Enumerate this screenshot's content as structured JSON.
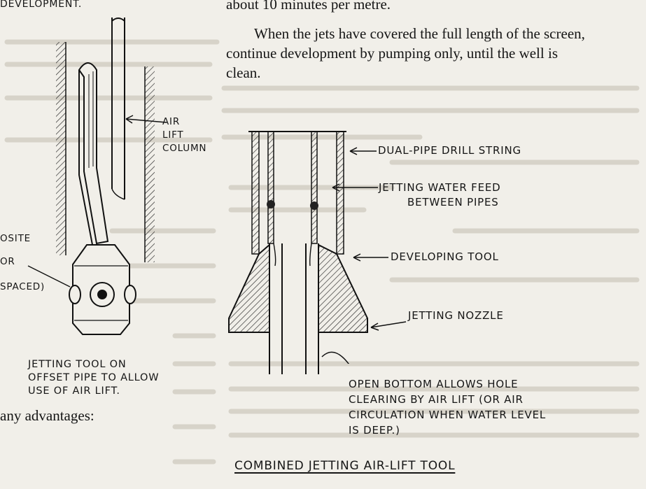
{
  "left_figure": {
    "caption_top": "DEVELOPMENT.",
    "air_lift_label": [
      "AIR",
      "LIFT",
      "COLUMN"
    ],
    "side_fragments": [
      "OSITE",
      "OR",
      "SPACED)"
    ],
    "caption_lines": [
      "JETTING TOOL ON",
      "OFFSET PIPE TO ALLOW",
      "USE OF AIR LIFT."
    ]
  },
  "left_text": "any advantages:",
  "body_text": {
    "line1": "about 10 minutes per metre.",
    "para_line1": "When the jets have covered the full length of the screen,",
    "para_line2": "continue development by pumping only, until the well is",
    "para_line3": "clean."
  },
  "right_figure": {
    "labels": {
      "dual_pipe": "DUAL-PIPE DRILL STRING",
      "jetting_water_1": "JETTING WATER FEED",
      "jetting_water_2": "BETWEEN PIPES",
      "developing_tool": "DEVELOPING TOOL",
      "jetting_nozzle": "JETTING NOZZLE",
      "open_bottom": [
        "OPEN BOTTOM ALLOWS HOLE",
        "CLEARING BY AIR LIFT (OR AIR",
        "CIRCULATION WHEN WATER LEVEL",
        "IS DEEP.)"
      ]
    },
    "title": "COMBINED JETTING AIR-LIFT TOOL"
  }
}
